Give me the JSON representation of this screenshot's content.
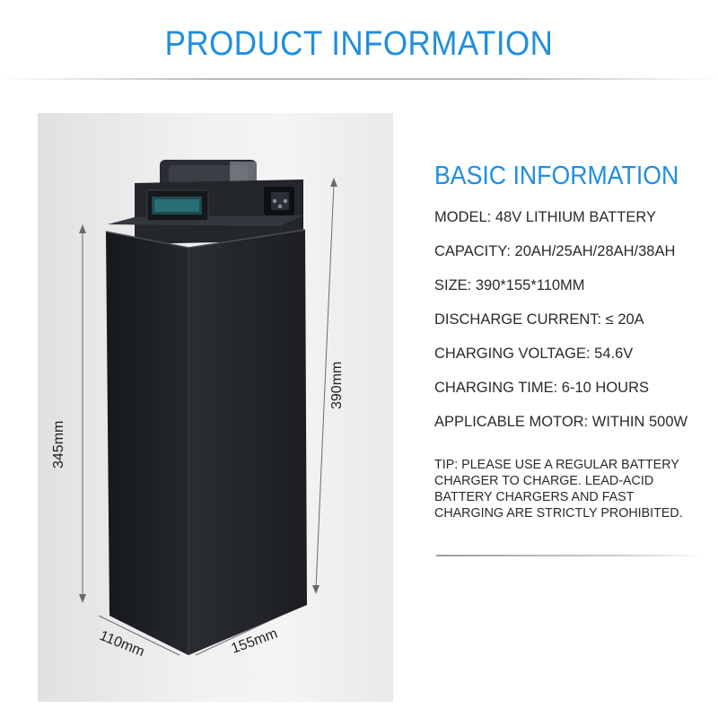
{
  "colors": {
    "accent": "#1f8ee0",
    "text": "#2a2a2a",
    "battery": "#1f2228"
  },
  "header": {
    "title": "PRODUCT INFORMATION"
  },
  "image": {
    "dimensions": {
      "height_left": "345mm",
      "height_right": "390mm",
      "depth": "110mm",
      "width": "155mm"
    },
    "display_icon": "lcd-voltage-display",
    "charge_port_icon": "charge-port"
  },
  "info": {
    "heading": "BASIC INFORMATION",
    "specs": [
      "MODEL: 48V LITHIUM BATTERY",
      "CAPACITY: 20AH/25AH/28AH/38AH",
      "SIZE: 390*155*110MM",
      "DISCHARGE CURRENT: ≤ 20A",
      "CHARGING VOLTAGE: 54.6V",
      "CHARGING TIME: 6-10 HOURS",
      "APPLICABLE MOTOR: WITHIN 500W"
    ],
    "tip": "TIP: PLEASE USE A REGULAR BATTERY CHARGER TO CHARGE. LEAD-ACID BATTERY CHARGERS AND FAST CHARGING ARE STRICTLY PROHIBITED."
  }
}
